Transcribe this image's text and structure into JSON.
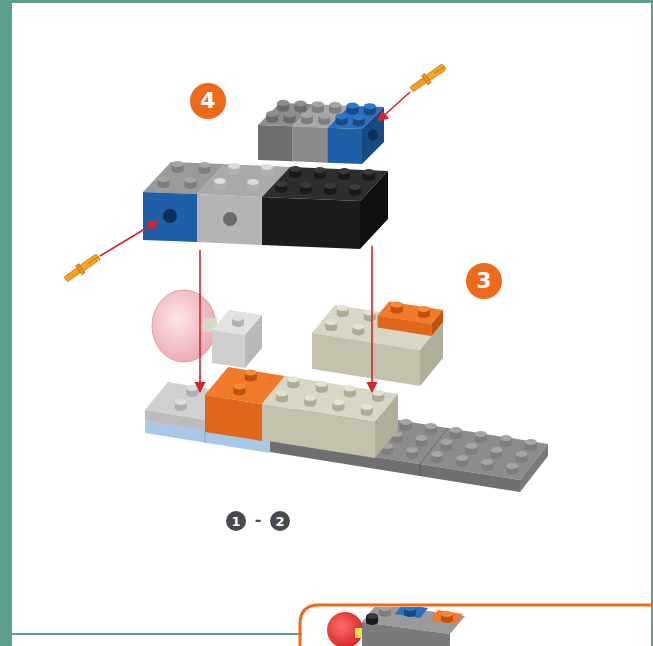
{
  "diagram": {
    "labels": [
      "4",
      "3",
      "1",
      "-",
      "2"
    ]
  }
}
